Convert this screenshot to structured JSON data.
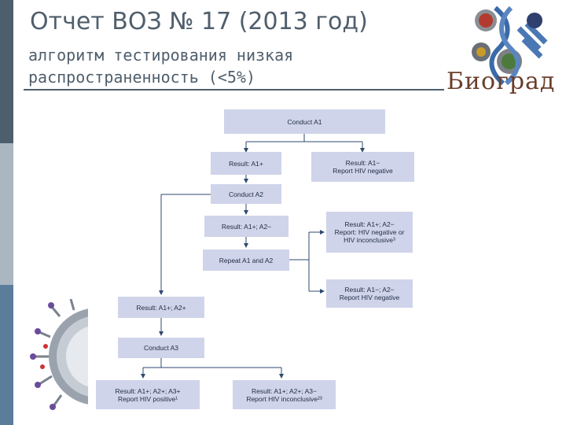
{
  "header": {
    "title": "Отчет ВОЗ № 17 (2013 год)",
    "subtitle_line1": "алгоритм тестирования низкая",
    "subtitle_line2": "распространенность (<5%)",
    "logo_text": "Биоград"
  },
  "flowchart": {
    "conduct_a1": "Conduct A1",
    "result_a1_pos": "Result: A1+",
    "result_a1_neg_line1": "Result: A1−",
    "result_a1_neg_line2": "Report HIV negative",
    "conduct_a2": "Conduct A2",
    "result_a1pos_a2neg": "Result: A1+; A2−",
    "repeat": "Repeat A1 and A2",
    "inconcl_line1": "Result: A1+; A2−",
    "inconcl_line2": "Report: HIV negative or",
    "inconcl_line3": "HIV inconclusive³",
    "neg_line1": "Result: A1−; A2−",
    "neg_line2": "Report HIV negative",
    "result_a1a2_pos": "Result: A1+; A2+",
    "conduct_a3": "Conduct A3",
    "positive_line1": "Result: A1+; A2+; A3+",
    "positive_line2": "Report HIV positive¹",
    "inconcl2_line1": "Result: A1+; A2+; A3−",
    "inconcl2_line2": "Report HIV inconclusive²³"
  },
  "colors": {
    "box_fill": "#cfd4ea",
    "box_text": "#1f2b46",
    "arrow": "#2e4a6e",
    "title_text": "#4f5e6c",
    "logo_text": "#6a3e2c"
  },
  "icons": [
    "biograd-logo-icon",
    "virus-illustration-icon"
  ]
}
